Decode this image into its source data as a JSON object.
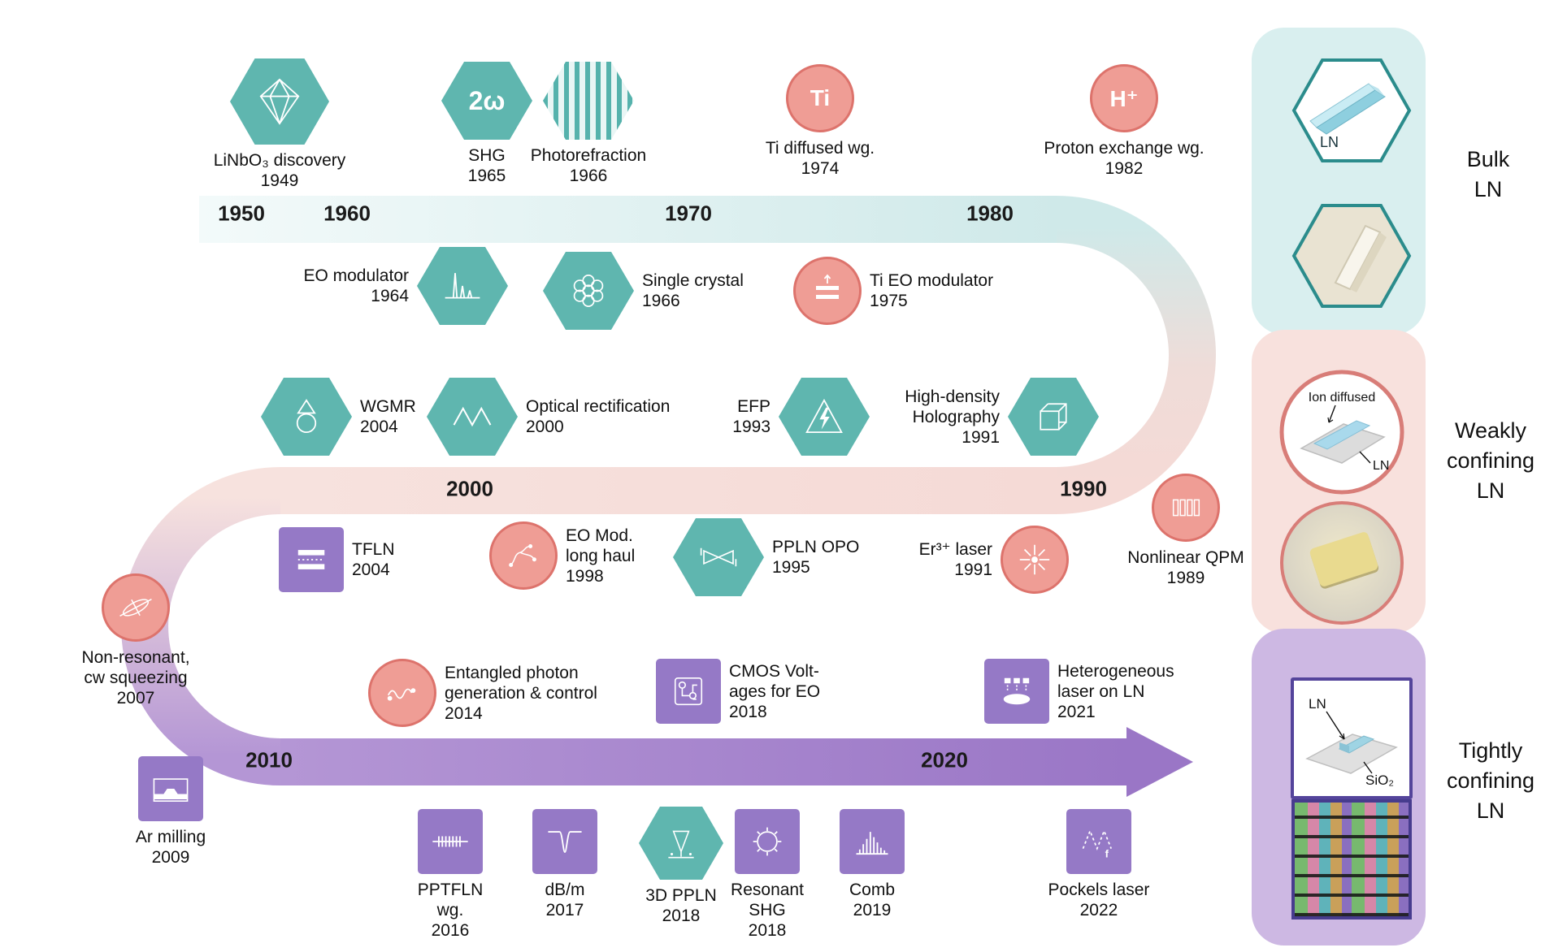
{
  "band_years": [
    "1950",
    "1960",
    "1970",
    "1980",
    "2000",
    "1990",
    "2010",
    "2020"
  ],
  "events": {
    "linbo3": {
      "name": "LiNbO₃ discovery",
      "year": "1949"
    },
    "shg": {
      "name": "SHG",
      "year": "1965",
      "icon_text": "2ω"
    },
    "photorefraction": {
      "name": "Photorefraction",
      "year": "1966"
    },
    "ti_wg": {
      "name": "Ti diffused wg.",
      "year": "1974",
      "icon_text": "Ti"
    },
    "proton": {
      "name": "Proton exchange wg.",
      "year": "1982",
      "icon_text": "H⁺"
    },
    "eo_mod": {
      "name": "EO modulator",
      "year": "1964"
    },
    "single_crystal": {
      "name": "Single crystal",
      "year": "1966"
    },
    "ti_eo_mod": {
      "name": "Ti EO modulator",
      "year": "1975"
    },
    "wgmr": {
      "name": "WGMR",
      "year": "2004"
    },
    "opt_rect": {
      "name": "Optical rectification",
      "year": "2000"
    },
    "efp": {
      "name": "EFP",
      "year": "1993"
    },
    "holography": {
      "line1": "High-density",
      "line2": "Holography",
      "year": "1991"
    },
    "qpm": {
      "name": "Nonlinear QPM",
      "year": "1989"
    },
    "tfln": {
      "name": "TFLN",
      "year": "2004"
    },
    "eo_long_haul": {
      "line1": "EO Mod.",
      "line2": "long haul",
      "year": "1998"
    },
    "ppln_opo": {
      "name": "PPLN OPO",
      "year": "1995"
    },
    "er_laser": {
      "name": "Er³⁺ laser",
      "year": "1991"
    },
    "squeezing": {
      "line1": "Non-resonant,",
      "line2": "cw squeezing",
      "year": "2007"
    },
    "entangled": {
      "line1": "Entangled photon",
      "line2": "generation & control",
      "year": "2014"
    },
    "cmos": {
      "line1": "CMOS Volt-",
      "line2": "ages for EO",
      "year": "2018"
    },
    "hetero": {
      "line1": "Heterogeneous",
      "line2": "laser on LN",
      "year": "2021"
    },
    "ar_milling": {
      "name": "Ar milling",
      "year": "2009"
    },
    "pptfln": {
      "line1": "PPTFLN",
      "line2": "wg.",
      "year": "2016"
    },
    "dbm": {
      "name": "dB/m",
      "year": "2017"
    },
    "ppln3d": {
      "name": "3D PPLN",
      "year": "2018"
    },
    "res_shg": {
      "line1": "Resonant",
      "line2": "SHG",
      "year": "2018"
    },
    "comb": {
      "name": "Comb",
      "year": "2019"
    },
    "pockels": {
      "name": "Pockels laser",
      "year": "2022"
    }
  },
  "legend": {
    "bulk": {
      "line1": "Bulk",
      "line2": "LN"
    },
    "weak": {
      "line1": "Weakly",
      "line2": "confining",
      "line3": "LN"
    },
    "tight": {
      "line1": "Tightly",
      "line2": "confining",
      "line3": "LN"
    },
    "labels": {
      "ln_bar": "LN",
      "ion_diffused": "Ion diffused",
      "ln_diffused": "LN",
      "ln_ridge": "LN",
      "sio2": "SiO₂"
    }
  },
  "colors": {
    "teal": "#5fb6af",
    "pink_fill": "#ef9d95",
    "pink_border": "#dd736c",
    "purple": "#9579c6",
    "band_teal": "#cfe9e9",
    "band_pink": "#f5dad6",
    "band_purple": "#9a76c6"
  }
}
